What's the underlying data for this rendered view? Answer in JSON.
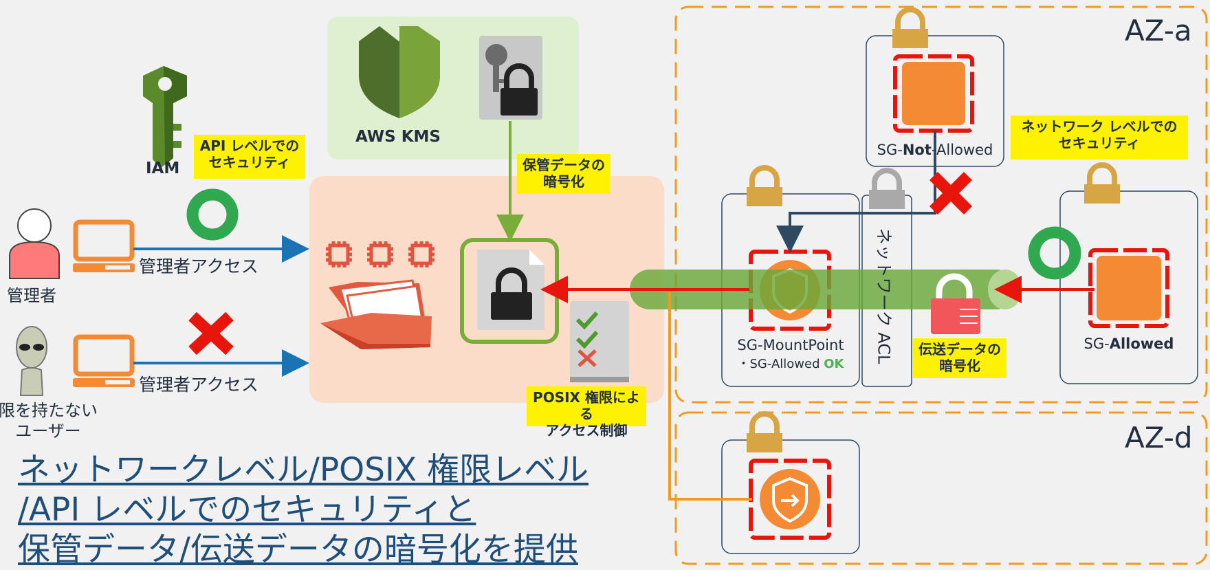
{
  "labels": {
    "iam": "IAM",
    "api_security": "API レベルでの\nセキュリティ",
    "aws_kms": "AWS KMS",
    "at_rest_encryption": "保管データの\n暗号化",
    "posix_control": "POSIX 権限による\nアクセス制御",
    "network_security": "ネットワーク レベルでの\nセキュリティ",
    "in_transit_encryption": "伝送データの\n暗号化",
    "admin_access_1": "管理者アクセス",
    "admin_access_2": "管理者アクセス",
    "admin": "管理者",
    "unauthorized_user": "限を持たない\nユーザー",
    "network_acl": "ネットワーク ACL",
    "az_a": "AZ-a",
    "az_d": "AZ-d"
  },
  "security_groups": {
    "not_allowed": {
      "prefix": "SG-",
      "bold": "Not",
      "suffix": "-Allowed"
    },
    "mount_point": {
      "name": "SG-MountPoint",
      "rule_prefix": "・SG-Allowed ",
      "rule_ok": "OK"
    },
    "allowed": {
      "prefix": "SG-",
      "bold": "Allowed"
    }
  },
  "caption": {
    "line1": "ネットワークレベル/POSIX 権限レベル",
    "line2": "/API レベルでのセキュリティと",
    "line3": "保管データ/伝送データの暗号化を提供"
  },
  "colors": {
    "highlight": "#fff200",
    "arrow_blue": "#1a73b5",
    "arrow_red": "#e8150c",
    "arrow_green": "#7aac3a",
    "arrow_orange": "#f39a1b",
    "az_border": "#f39a1b",
    "kms_bg": "#dff0d0",
    "efs_bg": "#fbdcc9",
    "instance_orange": "#f48a33",
    "lock_gold": "#d8a545",
    "ok_green": "#4caf50",
    "deny_red": "#e8150c"
  },
  "icons": {
    "iam": "key-icon",
    "kms": "shield-icon",
    "kms_key": "key-lock-icon",
    "efs": "folder-icon",
    "chips": "chip-icon",
    "file_lock": "file-lock-icon",
    "checklist": "checklist-icon",
    "admin": "user-icon",
    "alien": "alien-icon",
    "laptop": "laptop-icon",
    "mount_target": "mount-target-icon"
  }
}
